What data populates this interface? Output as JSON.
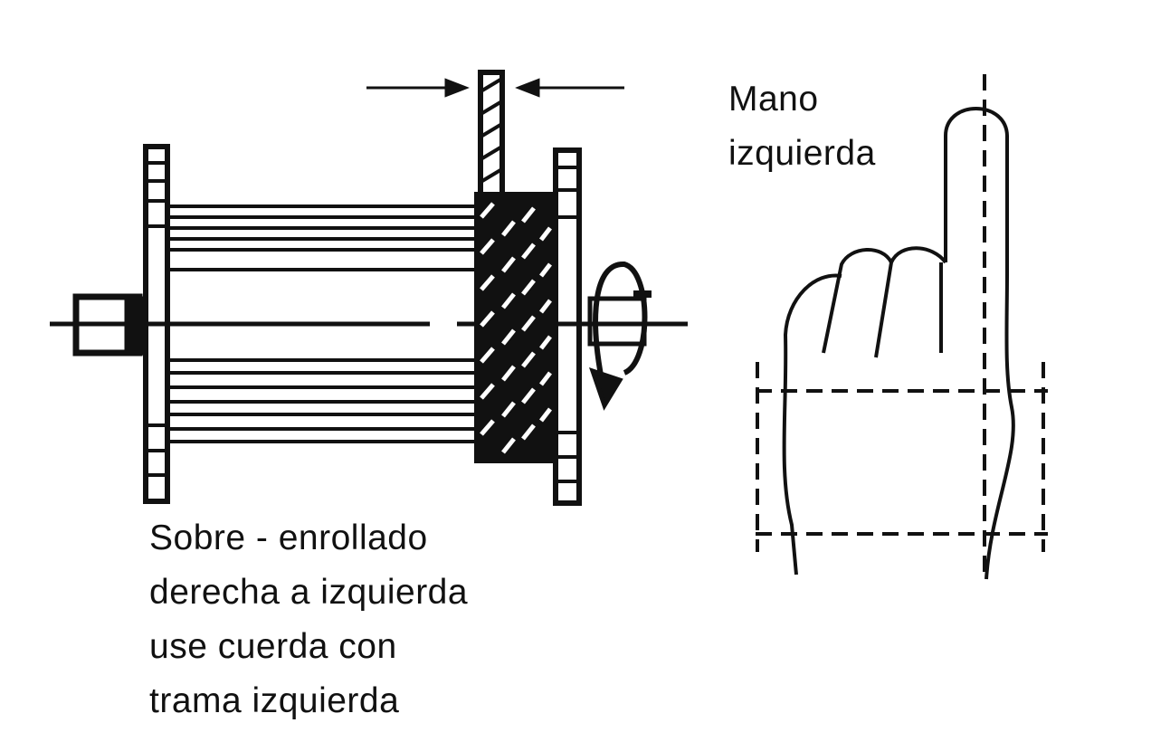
{
  "labels": {
    "hand_line1": "Mano",
    "hand_line2": "izquierda",
    "caption_lines": [
      "Sobre - enrollado",
      "derecha a izquierda",
      "use cuerda con",
      "trama izquierda"
    ]
  },
  "colors": {
    "ink": "#111111",
    "background": "#ffffff"
  }
}
